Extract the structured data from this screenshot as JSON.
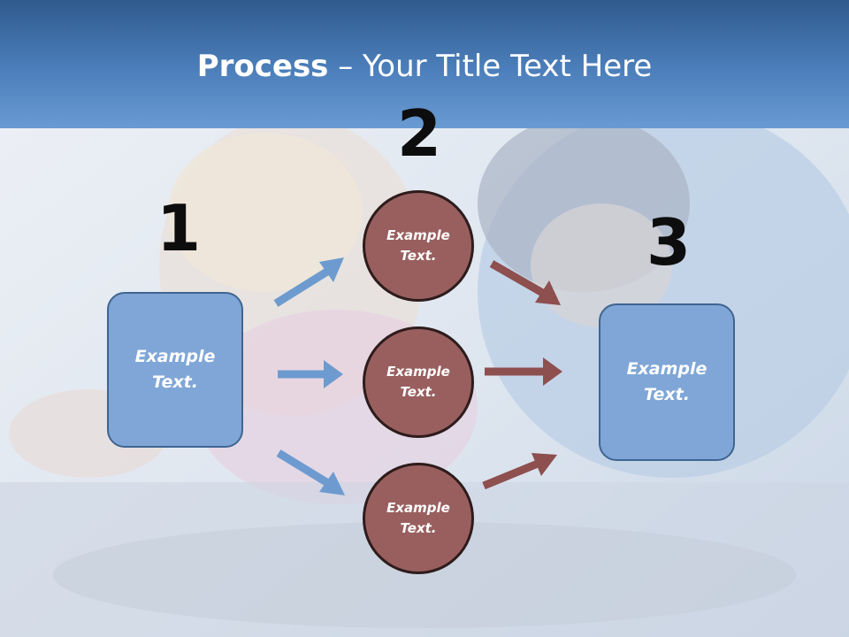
{
  "slide": {
    "title_bold": "Process",
    "title_rest": " – Your Title Text Here"
  },
  "steps": {
    "one": {
      "number": "1",
      "text": "Example\nText."
    },
    "two": {
      "number": "2",
      "circles": [
        {
          "text": "Example\nText."
        },
        {
          "text": "Example\nText."
        },
        {
          "text": "Example\nText."
        }
      ]
    },
    "three": {
      "number": "3",
      "text": "Example\nText."
    }
  },
  "colors": {
    "header": "#4c7fbb",
    "box_fill": "#7fa6d6",
    "circle_fill": "#995f5f",
    "blue_arrow": "#6d9bd0",
    "red_arrow": "#8e4f4f"
  }
}
